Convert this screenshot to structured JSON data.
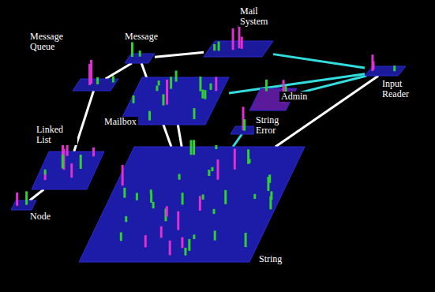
{
  "diagram": {
    "nodes": [
      {
        "text": [
          "Mail System"
        ]
      },
      {
        "text": [
          "Message"
        ]
      },
      {
        "text": [
          "Message Queue"
        ]
      },
      {
        "text": [
          "Mailbox"
        ]
      },
      {
        "text": [
          "Admin"
        ]
      },
      {
        "text": [
          "Input Reader"
        ]
      },
      {
        "text": [
          "Linked List"
        ]
      },
      {
        "text": [
          "String Error"
        ]
      },
      {
        "text": [
          "String"
        ]
      },
      {
        "text": [
          "Node"
        ]
      }
    ],
    "edges": [
      {
        "from": 2,
        "to": 1,
        "arrow": "none"
      },
      {
        "from": 2,
        "to": 3,
        "arrow": "none"
      },
      {
        "from": 2,
        "to": 6,
        "arrow": "none"
      },
      {
        "from": 6,
        "to": 9,
        "arrow": "none"
      },
      {
        "from": 1,
        "to": 8,
        "arrow": "none"
      },
      {
        "from": 1,
        "to": 0,
        "arrow": "none"
      },
      {
        "from": 0,
        "to": 5,
        "arrow": "none"
      },
      {
        "from": 3,
        "to": 5,
        "arrow": "none"
      },
      {
        "from": 4,
        "to": 5,
        "arrow": "none"
      },
      {
        "from": 7,
        "to": 8,
        "arrow": "none"
      },
      {
        "from": 8,
        "to": 5,
        "arrow": "none"
      },
      {
        "from": 3,
        "to": 8,
        "arrow": "none"
      }
    ]
  }
}
